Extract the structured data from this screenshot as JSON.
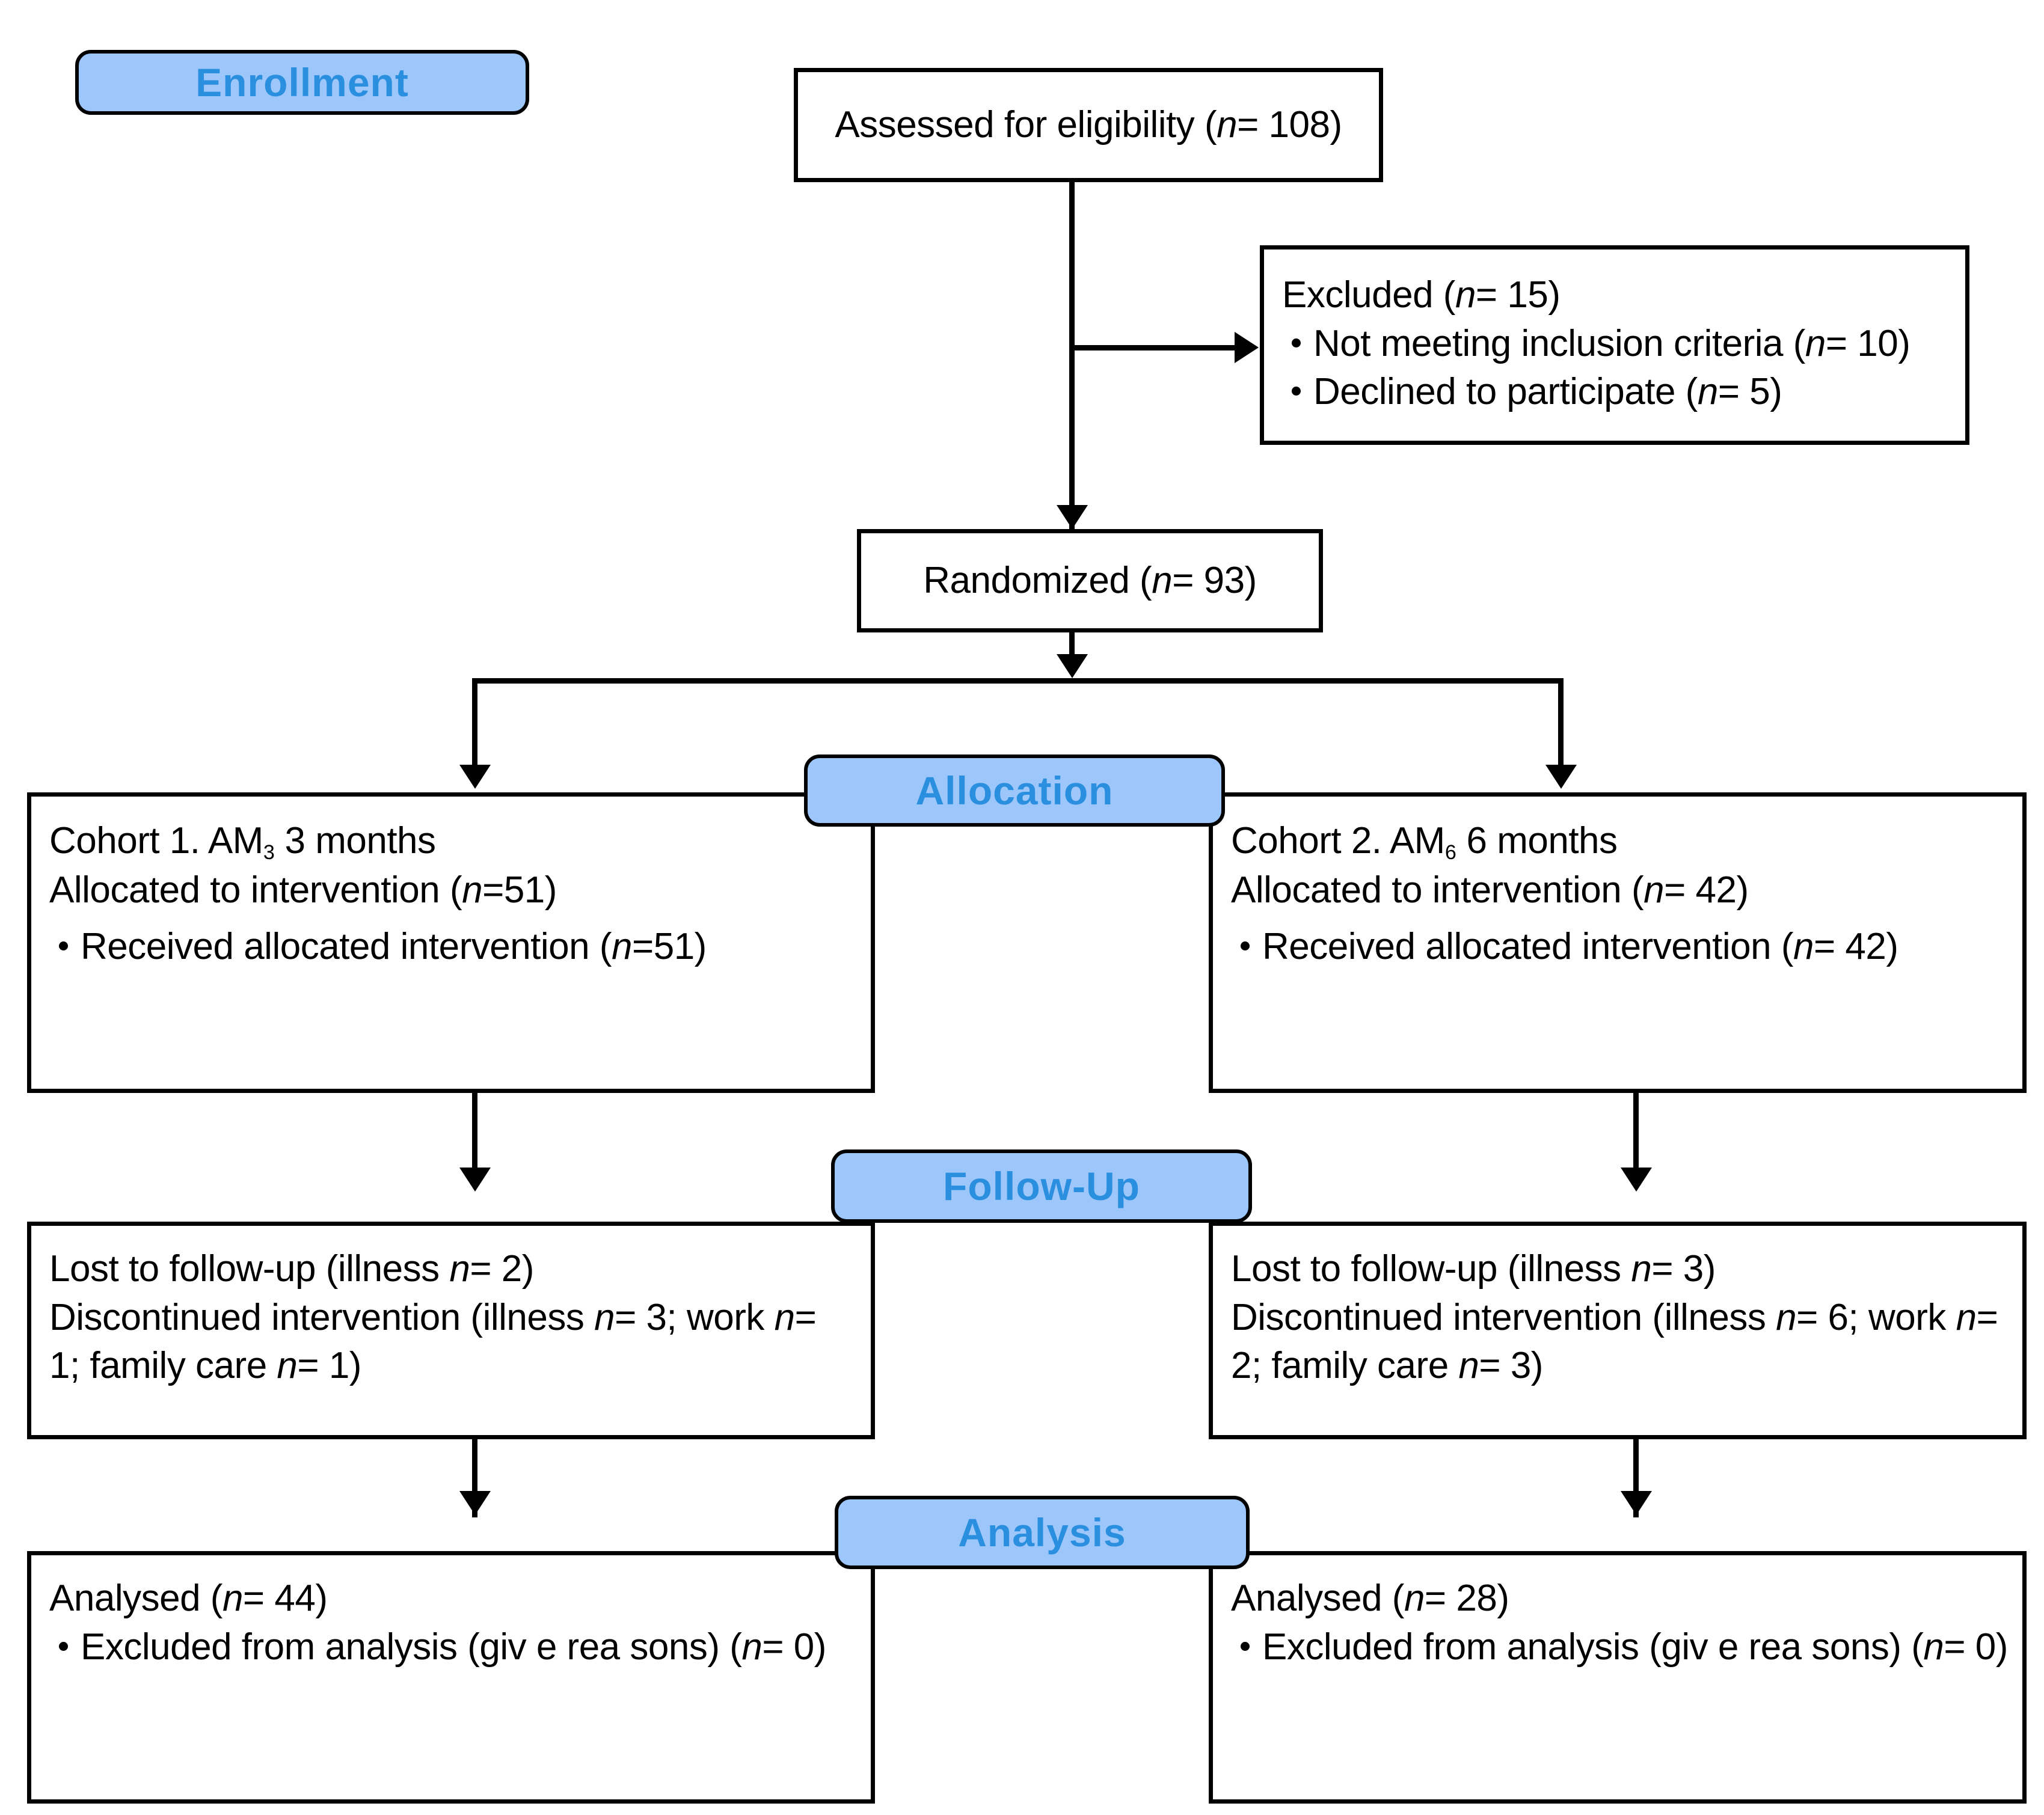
{
  "diagram": {
    "title": "CONSORT participant flow diagram",
    "accent_blue": "#9DC6FA",
    "accent_text": "#2B8FE0",
    "line_color": "#000000"
  },
  "phases": [
    {
      "id": "enrollment",
      "label": "Enrollment"
    },
    {
      "id": "allocation",
      "label": "Allocation"
    },
    {
      "id": "followup",
      "label": "Follow-Up"
    },
    {
      "id": "analysis",
      "label": "Analysis"
    }
  ],
  "enrollment": {
    "assessed": {
      "text": "Assessed for eligibility (",
      "n_symbol": "n",
      "n_value": "= 108)"
    },
    "excluded": {
      "heading_text": "Excluded (",
      "heading_n": "n",
      "heading_value": "= 15)",
      "reasons": [
        {
          "text": "Not meeting inclusion criteria (",
          "n": "n",
          "value": "= 10)"
        },
        {
          "text": "Declined to participate (",
          "n": "n",
          "value": "= 5)"
        }
      ]
    },
    "randomized": {
      "text": "Randomized (",
      "n_symbol": "n",
      "n_value": "= 93)"
    }
  },
  "allocation": {
    "left": {
      "cohort_prefix": "Cohort 1. AM",
      "cohort_sub": "3",
      "cohort_suffix": " 3 months",
      "allocated_text": "Allocated to intervention (",
      "allocated_n": "n",
      "allocated_value": "=51)",
      "received_text": "Received allocated intervention (",
      "received_n": "n",
      "received_value": "=51)"
    },
    "right": {
      "cohort_prefix": "Cohort 2. AM",
      "cohort_sub": "6",
      "cohort_suffix": " 6 months",
      "allocated_text": "Allocated to intervention (",
      "allocated_n": "n",
      "allocated_value": "= 42)",
      "received_text": "Received allocated intervention (",
      "received_n": "n",
      "received_value": "= 42)"
    }
  },
  "followup": {
    "left": {
      "lost_text": "Lost to follow-up (illness ",
      "lost_n": "n",
      "lost_value": "= 2)",
      "disc_text": "Discontinued intervention (illness ",
      "disc_n1": "n",
      "disc_v1": "= 3; work ",
      "disc_n2": "n",
      "disc_v2": "= 1; family care ",
      "disc_n3": "n",
      "disc_v3": "= 1)"
    },
    "right": {
      "lost_text": "Lost to follow-up (illness ",
      "lost_n": "n",
      "lost_value": "= 3)",
      "disc_text": "Discontinued intervention (illness ",
      "disc_n1": "n",
      "disc_v1": "= 6; work ",
      "disc_n2": "n",
      "disc_v2": "= 2; family care ",
      "disc_n3": "n",
      "disc_v3": "= 3)"
    }
  },
  "analysis": {
    "left": {
      "analysed_text": "Analysed (",
      "analysed_n": "n",
      "analysed_value": "= 44)",
      "excluded_text": "Excluded from analysis (giv e rea sons) (",
      "excluded_n": "n",
      "excluded_value": "= 0)"
    },
    "right": {
      "analysed_text": "Analysed (",
      "analysed_n": "n",
      "analysed_value": "= 28)",
      "excluded_text": "Excluded from analysis (giv e rea sons) (",
      "excluded_n": "n",
      "excluded_value": "= 0)"
    }
  },
  "chart_data": {
    "type": "table",
    "title": "CONSORT participant flow",
    "nodes": [
      {
        "stage": "Enrollment",
        "label": "Assessed for eligibility",
        "n": 108
      },
      {
        "stage": "Enrollment",
        "label": "Excluded",
        "n": 15
      },
      {
        "stage": "Enrollment",
        "label": "Not meeting inclusion criteria",
        "n": 10
      },
      {
        "stage": "Enrollment",
        "label": "Declined to participate",
        "n": 5
      },
      {
        "stage": "Enrollment",
        "label": "Randomized",
        "n": 93
      },
      {
        "stage": "Allocation",
        "label": "Cohort 1. AM3 3 months - Allocated to intervention",
        "n": 51
      },
      {
        "stage": "Allocation",
        "label": "Cohort 1 - Received allocated intervention",
        "n": 51
      },
      {
        "stage": "Allocation",
        "label": "Cohort 2. AM6 6 months - Allocated to intervention",
        "n": 42
      },
      {
        "stage": "Allocation",
        "label": "Cohort 2 - Received allocated intervention",
        "n": 42
      },
      {
        "stage": "Follow-Up",
        "label": "Cohort 1 - Lost to follow-up (illness)",
        "n": 2
      },
      {
        "stage": "Follow-Up",
        "label": "Cohort 1 - Discontinued (illness)",
        "n": 3
      },
      {
        "stage": "Follow-Up",
        "label": "Cohort 1 - Discontinued (work)",
        "n": 1
      },
      {
        "stage": "Follow-Up",
        "label": "Cohort 1 - Discontinued (family care)",
        "n": 1
      },
      {
        "stage": "Follow-Up",
        "label": "Cohort 2 - Lost to follow-up (illness)",
        "n": 3
      },
      {
        "stage": "Follow-Up",
        "label": "Cohort 2 - Discontinued (illness)",
        "n": 6
      },
      {
        "stage": "Follow-Up",
        "label": "Cohort 2 - Discontinued (work)",
        "n": 2
      },
      {
        "stage": "Follow-Up",
        "label": "Cohort 2 - Discontinued (family care)",
        "n": 3
      },
      {
        "stage": "Analysis",
        "label": "Cohort 1 - Analysed",
        "n": 44
      },
      {
        "stage": "Analysis",
        "label": "Cohort 1 - Excluded from analysis",
        "n": 0
      },
      {
        "stage": "Analysis",
        "label": "Cohort 2 - Analysed",
        "n": 28
      },
      {
        "stage": "Analysis",
        "label": "Cohort 2 - Excluded from analysis",
        "n": 0
      }
    ]
  }
}
